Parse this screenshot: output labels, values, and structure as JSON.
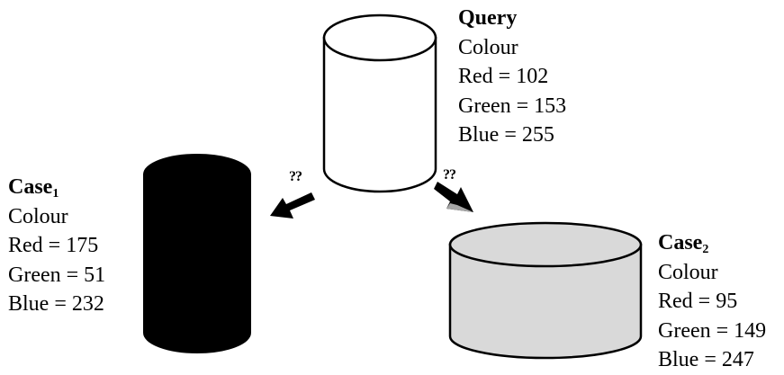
{
  "query": {
    "title": "Query",
    "attribute": "Colour",
    "red": "Red = 102",
    "green": "Green = 153",
    "blue": "Blue = 255",
    "fill": "#ffffff"
  },
  "case1": {
    "title": "Case",
    "subscript": "1",
    "attribute": "Colour",
    "red": "Red = 175",
    "green": "Green = 51",
    "blue": "Blue = 232",
    "fill": "#000000"
  },
  "case2": {
    "title": "Case",
    "subscript": "2",
    "attribute": "Colour",
    "red": "Red = 95",
    "green": "Green = 149",
    "blue": "Blue = 247",
    "fill": "#d9d9d9"
  },
  "arrows": {
    "left_label": "??",
    "right_label": "??",
    "left_color": "#000000",
    "right_color": "#000000",
    "right_tip_color": "#a6a6a6"
  }
}
